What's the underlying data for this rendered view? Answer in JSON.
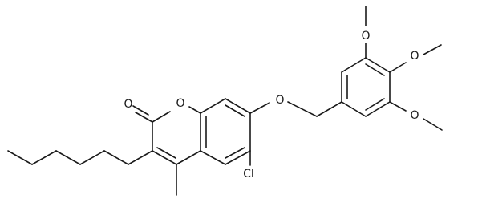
{
  "diagram": {
    "atom_labels": {
      "carbonyl_o": "O",
      "ring_o": "O",
      "ether_o": "O",
      "cl": "Cl",
      "ome_top_o": "O",
      "ome_mid_o": "O",
      "ome_bot_o": "O"
    }
  }
}
